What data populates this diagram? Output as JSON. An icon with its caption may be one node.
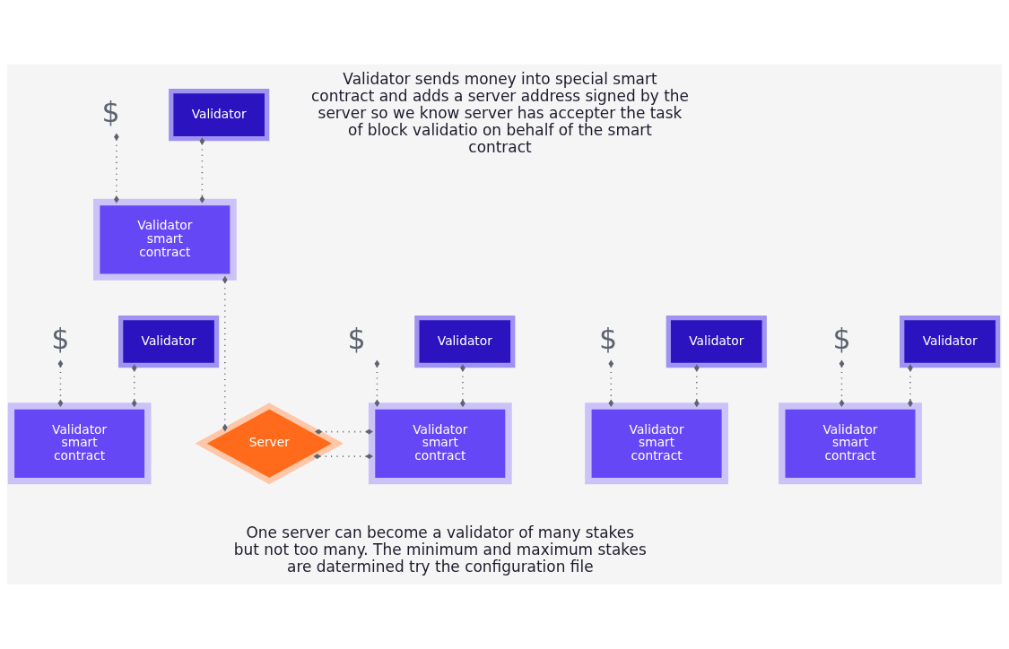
{
  "diagram": {
    "nodes": [
      {
        "text": [
          "$"
        ]
      },
      {
        "text": [
          "Validator"
        ]
      },
      {
        "text": [
          "Validator smart contract"
        ]
      },
      {
        "text": [
          "$"
        ]
      },
      {
        "text": [
          "Validator"
        ]
      },
      {
        "text": [
          "Validator smart contract"
        ]
      },
      {
        "text": [
          "$"
        ]
      },
      {
        "text": [
          "Validator"
        ]
      },
      {
        "text": [
          "Validator smart contract"
        ]
      },
      {
        "text": [
          "$"
        ]
      },
      {
        "text": [
          "Validator"
        ]
      },
      {
        "text": [
          "Validator smart contract"
        ]
      },
      {
        "text": [
          "$"
        ]
      },
      {
        "text": [
          "Validator"
        ]
      },
      {
        "text": [
          "Validator smart contract"
        ]
      },
      {
        "text": [
          "Server"
        ]
      }
    ],
    "edges": [
      {
        "from": 0,
        "to": 2,
        "arrow": "other"
      },
      {
        "from": 1,
        "to": 2,
        "arrow": "other"
      },
      {
        "from": 2,
        "to": 15,
        "arrow": "other"
      },
      {
        "from": 3,
        "to": 5,
        "arrow": "other"
      },
      {
        "from": 4,
        "to": 5,
        "arrow": "other"
      },
      {
        "from": 6,
        "to": 8,
        "arrow": "other"
      },
      {
        "from": 7,
        "to": 8,
        "arrow": "other"
      },
      {
        "from": 9,
        "to": 11,
        "arrow": "other"
      },
      {
        "from": 10,
        "to": 11,
        "arrow": "other"
      },
      {
        "from": 12,
        "to": 14,
        "arrow": "other"
      },
      {
        "from": 13,
        "to": 14,
        "arrow": "other"
      },
      {
        "from": 15,
        "to": 14,
        "arrow": "other"
      },
      {
        "from": 14,
        "to": 15,
        "arrow": "other"
      }
    ],
    "labels": [
      "Validator sends money into special smart contract and adds a server address signed by the server so we know server has accepter the task of block validatio on behalf of the smart contract",
      "One server can become a validator of many stakes but not too many. The minimum and maximum stakes are datermined try the configuration file"
    ]
  }
}
